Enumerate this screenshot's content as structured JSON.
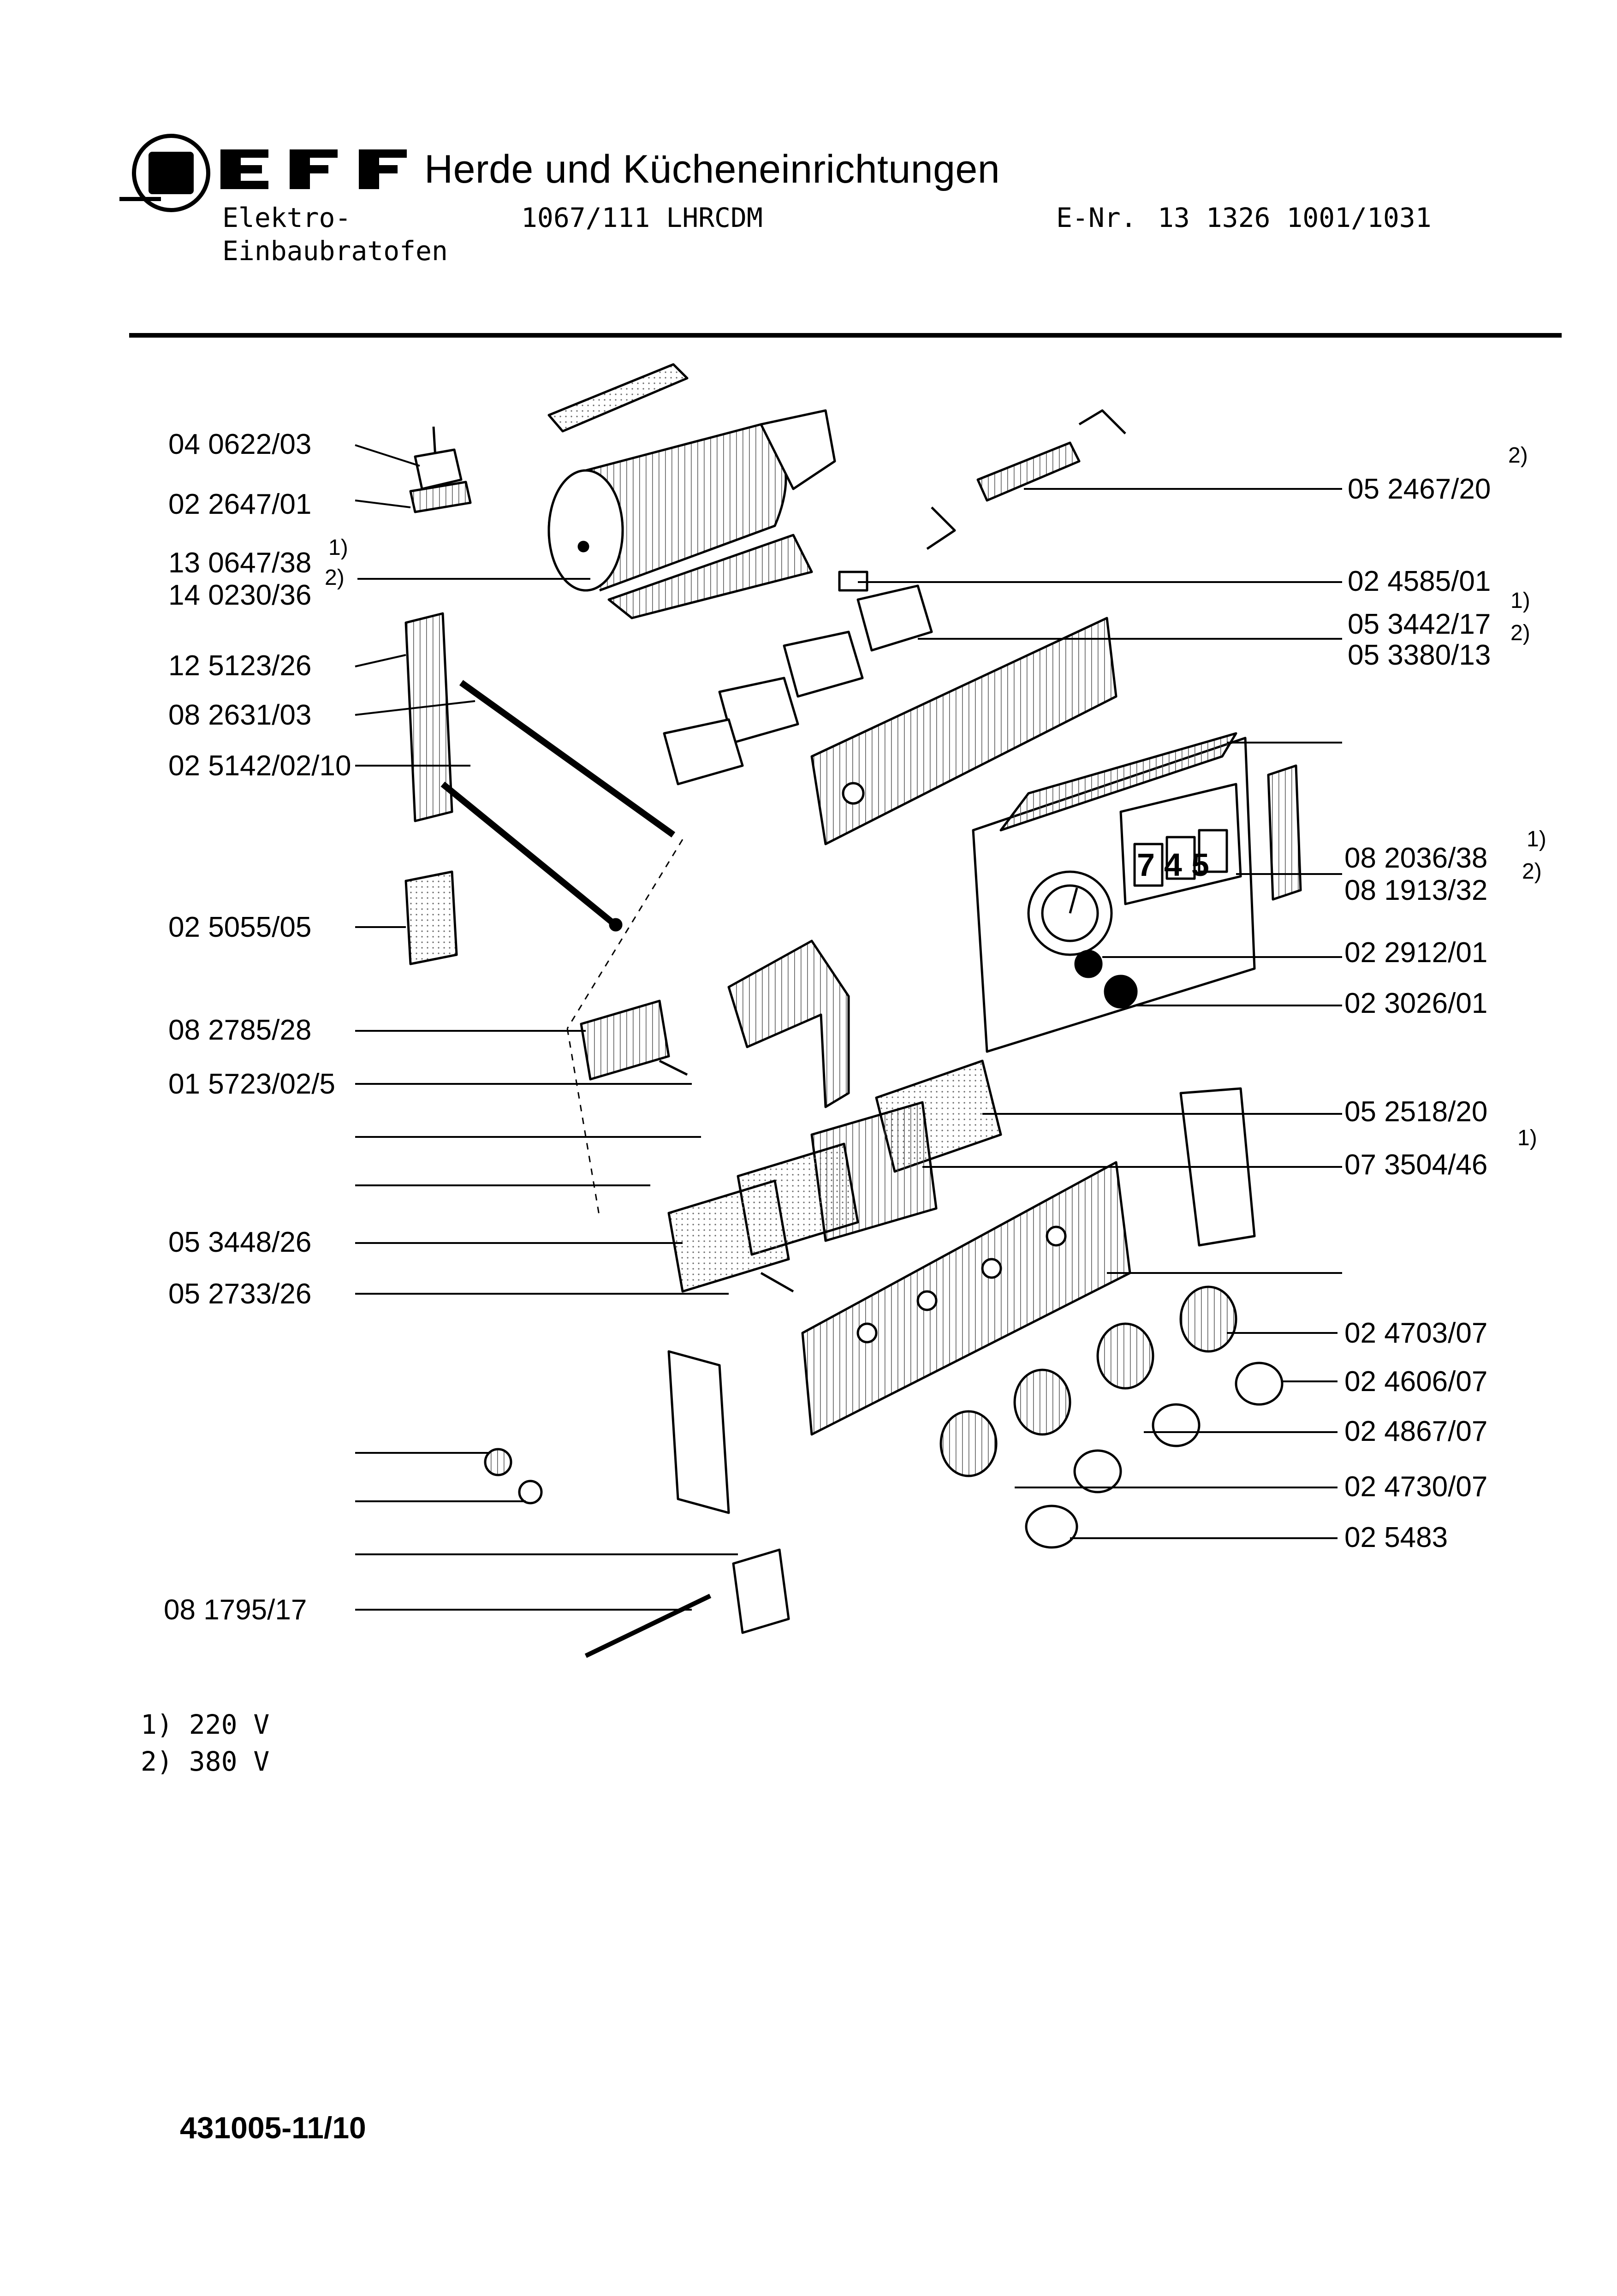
{
  "header": {
    "brand_title": "Herde und Küchen­einrichtungen",
    "product_line1": "Elektro-",
    "product_line2": "Einbaubratofen",
    "model": "1067/111 LHRCDM",
    "enr_label": "E-Nr.",
    "enr_value": "13 1326 1001/1031"
  },
  "logo": {
    "name": "NEFF logo",
    "icon": "neff-logo-icon"
  },
  "parts_left": [
    {
      "id": "p1",
      "label": "04 0622/03"
    },
    {
      "id": "p2",
      "label": "02 2647/01"
    },
    {
      "id": "p3",
      "label": "13 0647/38",
      "note": "1)"
    },
    {
      "id": "p4",
      "label": "14 0230/36",
      "note": "2)"
    },
    {
      "id": "p5",
      "label": "12 5123/26"
    },
    {
      "id": "p6",
      "label": "08 2631/03"
    },
    {
      "id": "p7",
      "label": "02 5142/02/10"
    },
    {
      "id": "p8",
      "label": "02 5055/05"
    },
    {
      "id": "p9",
      "label": "08 2785/28"
    },
    {
      "id": "p10",
      "label": "01 5723/02/5"
    },
    {
      "id": "p11",
      "label": "05 3448/26"
    },
    {
      "id": "p12",
      "label": "05 2733/26"
    },
    {
      "id": "p13",
      "label": "08 1795/17"
    }
  ],
  "parts_right": [
    {
      "id": "r1",
      "label": "05 2467/20",
      "note": "2)"
    },
    {
      "id": "r2",
      "label": "02 4585/01"
    },
    {
      "id": "r3",
      "label": "05 3442/17",
      "note": "1)"
    },
    {
      "id": "r4",
      "label": "05 3380/13",
      "note": "2)"
    },
    {
      "id": "r5",
      "label": "08 2036/38",
      "note": "1)"
    },
    {
      "id": "r6",
      "label": "08 1913/32",
      "note": "2)"
    },
    {
      "id": "r7",
      "label": "02 2912/01"
    },
    {
      "id": "r8",
      "label": "02 3026/01"
    },
    {
      "id": "r9",
      "label": "05 2518/20"
    },
    {
      "id": "r10",
      "label": "07 3504/46",
      "note": "1)"
    },
    {
      "id": "r11",
      "label": "02 4703/07"
    },
    {
      "id": "r12",
      "label": "02 4606/07"
    },
    {
      "id": "r13",
      "label": "02 4867/07"
    },
    {
      "id": "r14",
      "label": "02 4730/07"
    },
    {
      "id": "r15",
      "label": "02 5483"
    }
  ],
  "timer_display": "745",
  "legend": {
    "note1": "1) 220 V",
    "note2": "2) 380 V"
  },
  "footer": {
    "doc_number": "431005-11/10"
  },
  "colors": {
    "ink": "#000000",
    "paper": "#ffffff",
    "hatch": "#555555"
  }
}
